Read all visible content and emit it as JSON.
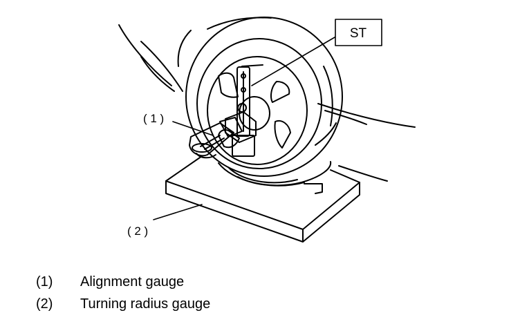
{
  "figure": {
    "tool_label": "ST",
    "callouts": [
      {
        "number": "( 1 )"
      },
      {
        "number": "( 2 )"
      }
    ]
  },
  "legend": [
    {
      "number": "(1)",
      "text": "Alignment gauge"
    },
    {
      "number": "(2)",
      "text": "Turning radius gauge"
    }
  ]
}
